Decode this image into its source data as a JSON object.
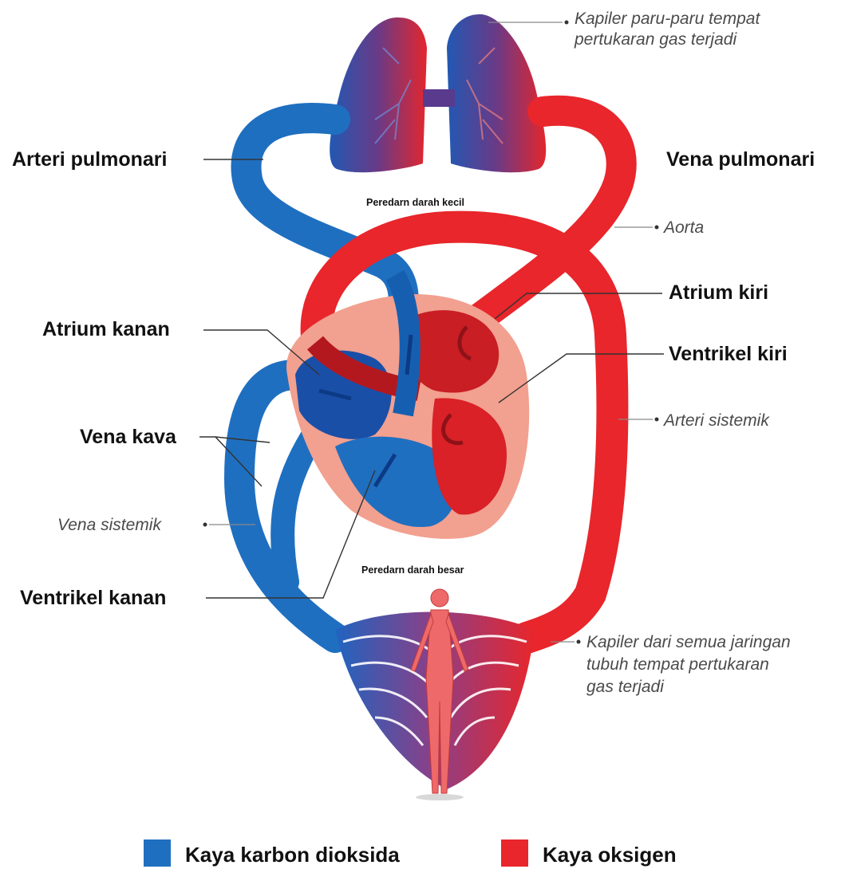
{
  "labels": {
    "arteri_pulmonari": "Arteri pulmonari",
    "vena_pulmonari": "Vena pulmonari",
    "kapiler_paru_line1": "Kapiler paru-paru tempat",
    "kapiler_paru_line2": "pertukaran gas terjadi",
    "peredaran_kecil": "Peredarn darah kecil",
    "aorta": "Aorta",
    "atrium_kiri": "Atrium kiri",
    "atrium_kanan": "Atrium kanan",
    "ventrikel_kiri": "Ventrikel kiri",
    "arteri_sistemik": "Arteri sistemik",
    "vena_kava": "Vena kava",
    "vena_sistemik": "Vena sistemik",
    "peredaran_besar": "Peredarn darah besar",
    "ventrikel_kanan": "Ventrikel kanan",
    "kapiler_jaringan_line1": "Kapiler dari semua jaringan",
    "kapiler_jaringan_line2": "tubuh tempat pertukaran",
    "kapiler_jaringan_line3": "gas terjadi"
  },
  "legend": {
    "co2_label": "Kaya karbon dioksida",
    "o2_label": "Kaya oksigen"
  },
  "colors": {
    "blue": "#1f6fc0",
    "dark_blue": "#0f3f8c",
    "red": "#e8262b",
    "dark_red": "#a9171c",
    "pericardium": "#f2a08f"
  }
}
